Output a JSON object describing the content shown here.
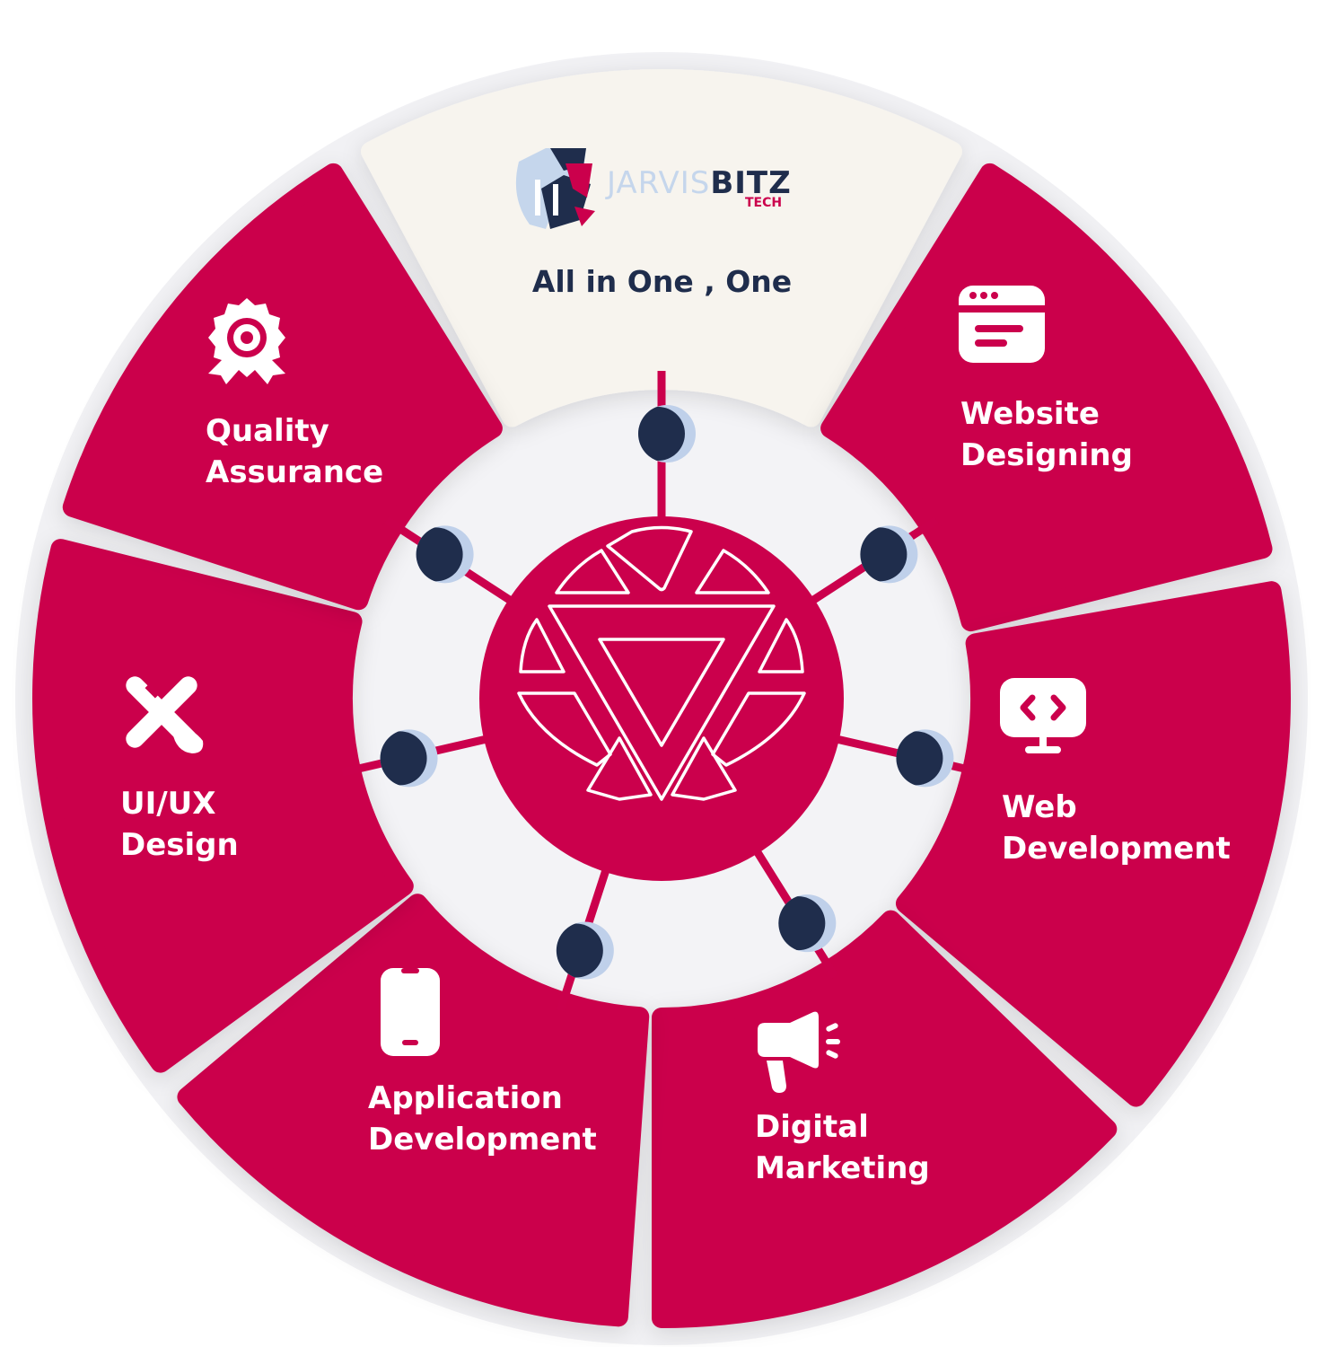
{
  "brand": {
    "name_part1": "JARVIS",
    "name_part2": "BITZ",
    "sub": "TECH",
    "tagline": "All in One , One"
  },
  "colors": {
    "segment": "#cb004c",
    "top_segment": "#f7f4ee",
    "navy": "#1f2d4c",
    "light_blue": "#bfd0ea",
    "ring_bg": "#f1f1f4",
    "white": "#ffffff"
  },
  "services": [
    {
      "id": "website-designing",
      "lines": [
        "Website",
        "Designing"
      ],
      "icon": "browser-window-icon"
    },
    {
      "id": "web-development",
      "lines": [
        "Web",
        "Development"
      ],
      "icon": "code-monitor-icon"
    },
    {
      "id": "digital-marketing",
      "lines": [
        "Digital",
        "Marketing"
      ],
      "icon": "megaphone-icon"
    },
    {
      "id": "application-development",
      "lines": [
        "Application",
        "Development"
      ],
      "icon": "smartphone-icon"
    },
    {
      "id": "ui-ux-design",
      "lines": [
        "UI/UX",
        "Design"
      ],
      "icon": "pen-brush-icon"
    },
    {
      "id": "quality-assurance",
      "lines": [
        "Quality",
        "Assurance"
      ],
      "icon": "award-badge-icon"
    }
  ],
  "hub": {
    "icon": "arc-reactor-icon"
  }
}
